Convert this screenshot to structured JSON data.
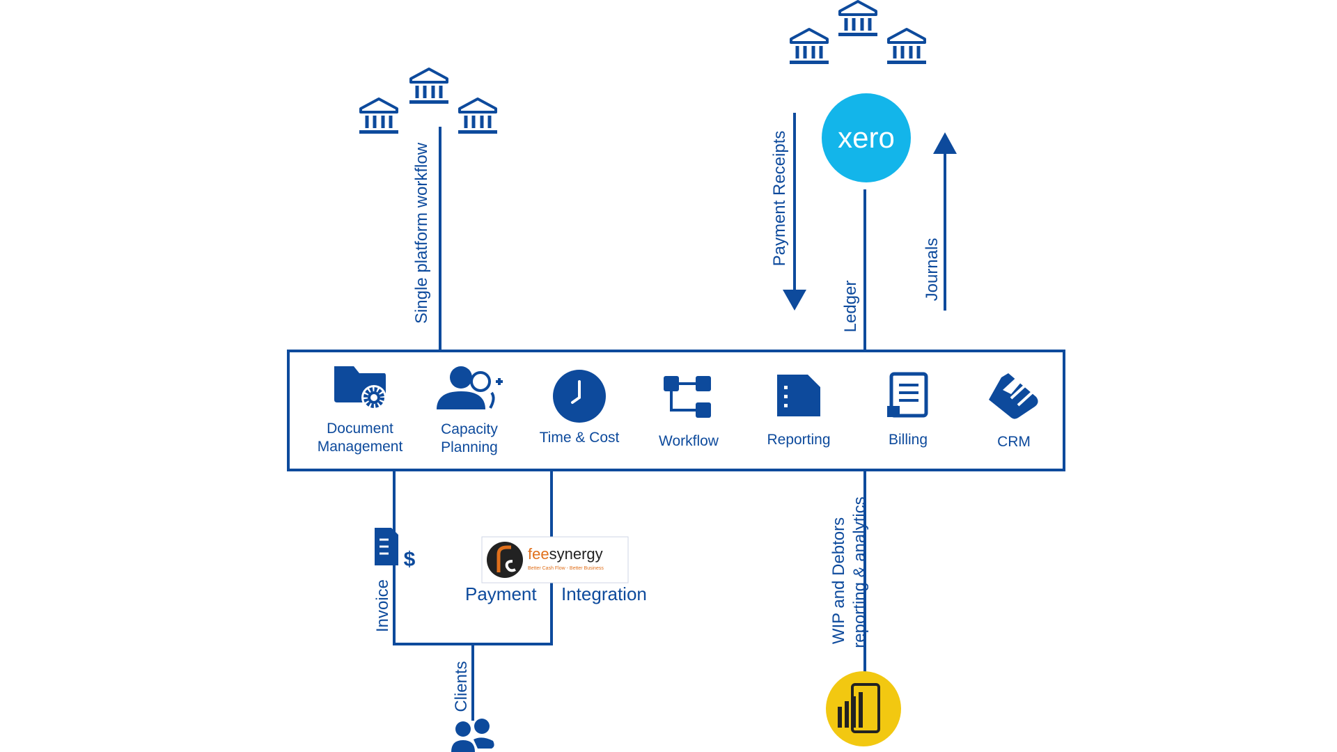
{
  "colors": {
    "brand_blue": "#0d4a9c",
    "xero_cyan": "#13b5ea",
    "powerbi_yellow": "#f2c811",
    "feesynergy_orange": "#e0701c",
    "dark": "#222222"
  },
  "modules": [
    {
      "label": "Document\nManagement",
      "icon": "folder-gear-icon"
    },
    {
      "label": "Capacity\nPlanning",
      "icon": "users-plus-icon"
    },
    {
      "label": "Time & Cost",
      "icon": "clock-icon"
    },
    {
      "label": "Workflow",
      "icon": "workflow-icon"
    },
    {
      "label": "Reporting",
      "icon": "report-icon"
    },
    {
      "label": "Billing",
      "icon": "billing-icon"
    },
    {
      "label": "CRM",
      "icon": "handshake-icon"
    }
  ],
  "flows": {
    "single_platform": "Single platform workflow",
    "payment_receipts": "Payment Receipts",
    "ledger": "Ledger",
    "journals": "Journals",
    "invoice": "Invoice",
    "clients": "Clients",
    "payment": "Payment",
    "integration": "Integration",
    "wip_line1": "WIP and Debtors",
    "wip_line2": "reporting & analytics"
  },
  "xero": {
    "label": "xero"
  },
  "feesynergy": {
    "fee": "fee",
    "synergy": "synergy",
    "tagline": "Better Cash Flow - Better Business"
  }
}
